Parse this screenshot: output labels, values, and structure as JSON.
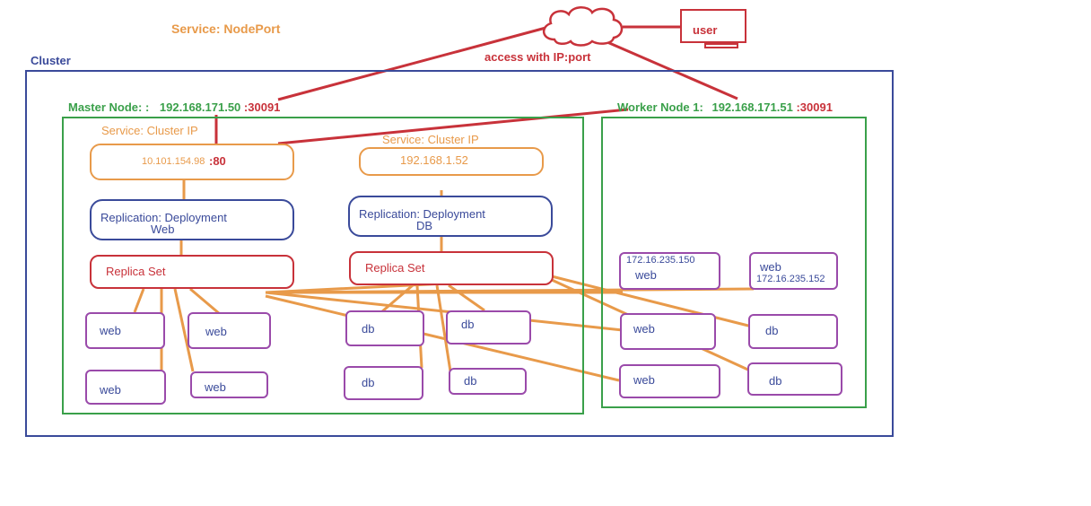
{
  "title": "Service: NodePort",
  "cluster_label": "Cluster",
  "access_label": "access with IP:port",
  "user_label": "user",
  "master": {
    "prefix": "Master Node: :",
    "ip": "192.168.171.50",
    "port": ":30091",
    "svc_web": {
      "label": "Service: Cluster IP",
      "ip": "10.101.154.98",
      "port": ":80"
    },
    "svc_db": {
      "label": "Service: Cluster IP",
      "ip": "192.168.1.52"
    },
    "dep_web": {
      "line1": "Replication: Deployment",
      "line2": "Web"
    },
    "dep_db": {
      "line1": "Replication: Deployment",
      "line2": "DB"
    },
    "rs_web": "Replica Set",
    "rs_db": "Replica Set",
    "web_pods": [
      "web",
      "web",
      "web",
      "web"
    ],
    "db_pods": [
      "db",
      "db",
      "db",
      "db"
    ]
  },
  "worker": {
    "prefix": "Worker Node 1:",
    "ip": "192.168.171.51",
    "port": ":30091",
    "web_pod_a": {
      "ip": "172.16.235.150",
      "name": "web"
    },
    "web_pod_b": {
      "name": "web",
      "ip": "172.16.235.152"
    },
    "pods": [
      "web",
      "db",
      "web",
      "db"
    ]
  },
  "colors": {
    "red": "#c8323a",
    "green": "#3aa04a",
    "orange": "#e89a4a",
    "blue": "#3a4a9a",
    "purple": "#9a4aaa"
  }
}
